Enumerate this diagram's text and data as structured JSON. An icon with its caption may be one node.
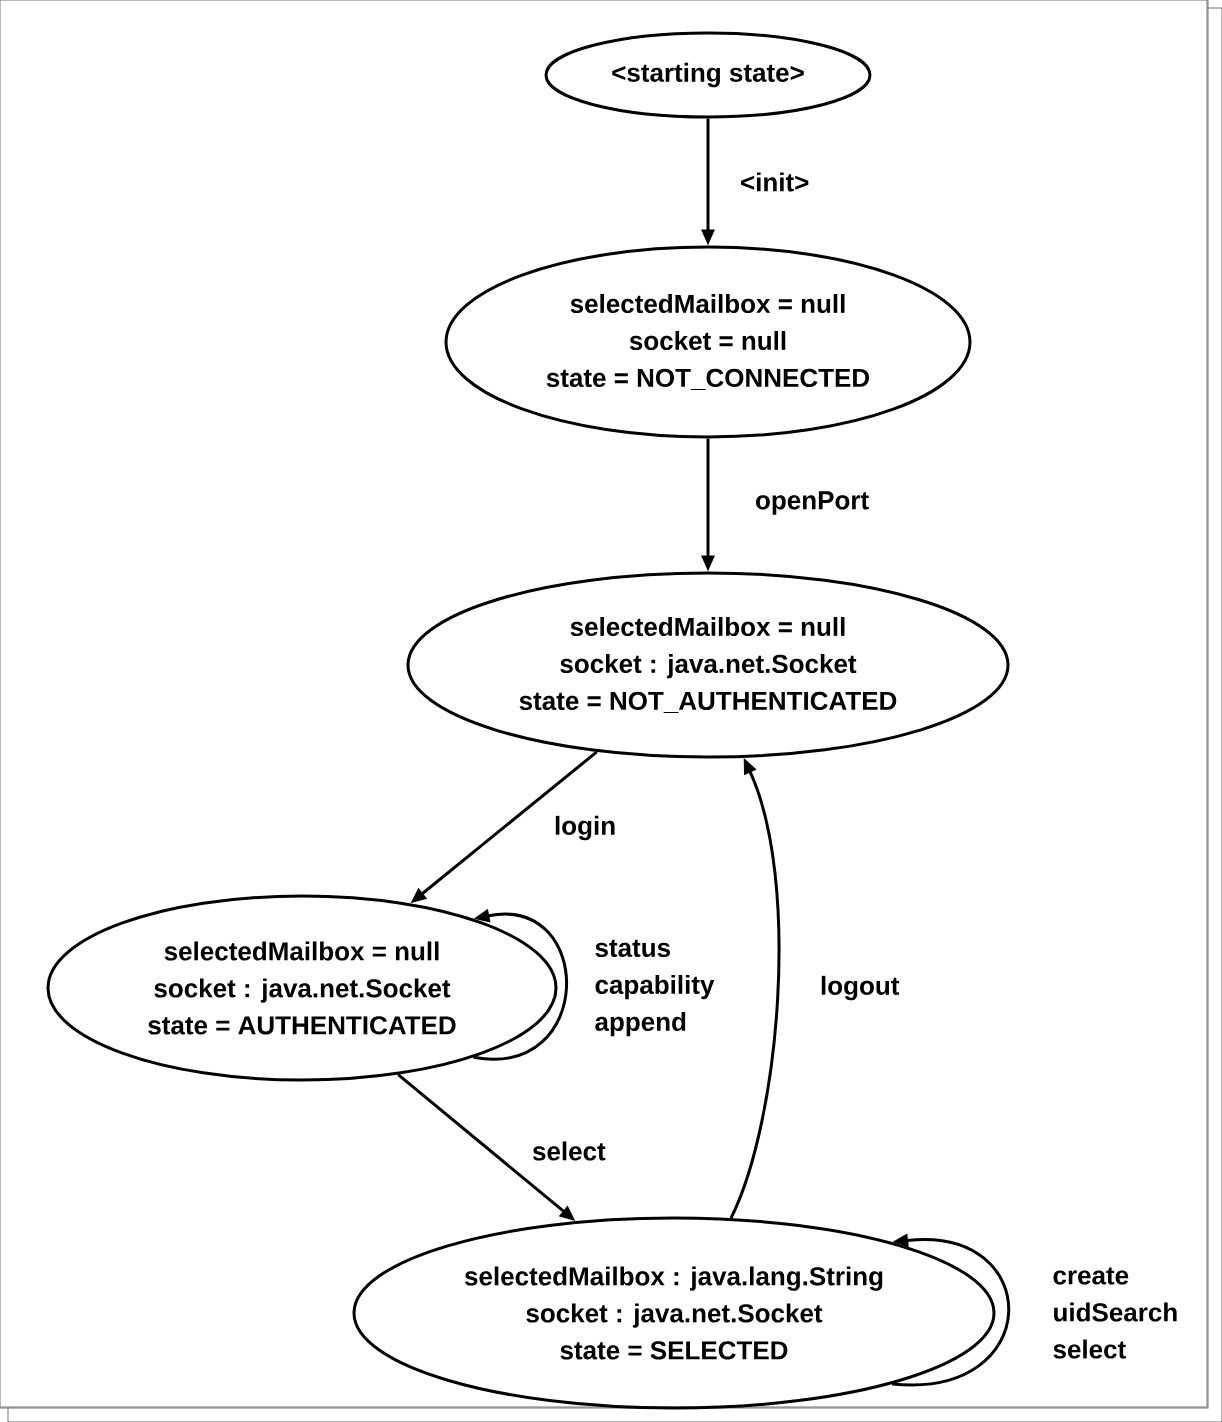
{
  "diagram": {
    "nodes": [
      {
        "text": [
          "<starting state>"
        ]
      },
      {
        "text": [
          "selectedMailbox = null",
          "socket = null",
          "state = NOT_CONNECTED"
        ]
      },
      {
        "text": [
          "selectedMailbox = null",
          "socket : java.net.Socket",
          "state = NOT_AUTHENTICATED"
        ]
      },
      {
        "text": [
          "selectedMailbox = null",
          "socket : java.net.Socket",
          "state = AUTHENTICATED"
        ]
      },
      {
        "text": [
          "selectedMailbox : java.lang.String",
          "socket : java.net.Socket",
          "state = SELECTED"
        ]
      }
    ],
    "edges": [
      {
        "from": 0,
        "to": 1,
        "arrow": "to",
        "label": "<init>"
      },
      {
        "from": 1,
        "to": 2,
        "arrow": "to",
        "label": "openPort"
      },
      {
        "from": 2,
        "to": 3,
        "arrow": "to",
        "label": "login"
      },
      {
        "from": 3,
        "to": 3,
        "arrow": "to",
        "label": "status capability append"
      },
      {
        "from": 3,
        "to": 4,
        "arrow": "to",
        "label": "select"
      },
      {
        "from": 4,
        "to": 2,
        "arrow": "to",
        "label": "logout"
      },
      {
        "from": 4,
        "to": 4,
        "arrow": "to",
        "label": "create uidSearch select"
      }
    ]
  }
}
